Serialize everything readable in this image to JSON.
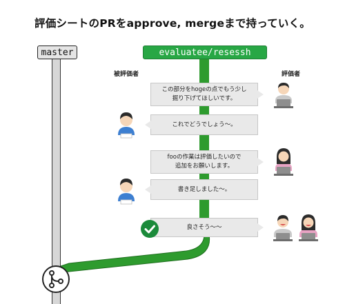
{
  "title": "評価シートのPRをapprove, mergeまで持っていく。",
  "branches": {
    "master": "master",
    "feature": "evaluatee/resessh"
  },
  "roles": {
    "evaluatee": "被評価者",
    "evaluator": "評価者"
  },
  "messages": [
    {
      "from": "evaluator",
      "text": "この部分をhogeの点でもう少し\n掘り下げてほしいです。"
    },
    {
      "from": "evaluatee",
      "text": "これでどうでしょう〜。"
    },
    {
      "from": "evaluator",
      "text": "fooの作業は評価したいので\n追加をお願いします。"
    },
    {
      "from": "evaluatee",
      "text": "書き足しました〜。"
    },
    {
      "from": "evaluators",
      "text": "良さそう〜〜"
    }
  ],
  "icons": {
    "approve": "check-icon",
    "merge": "git-merge-icon"
  },
  "colors": {
    "feature_branch": "#2e9b2e",
    "master_branch": "#d7d7d7",
    "bubble": "#e9e9e9",
    "approve": "#1b8a3a"
  }
}
